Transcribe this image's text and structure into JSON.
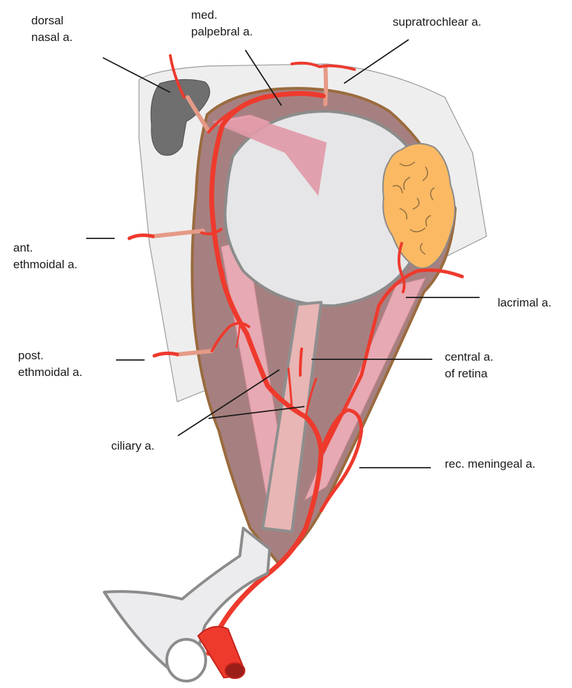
{
  "labels": {
    "dorsal_nasal": [
      "dorsal",
      "nasal a."
    ],
    "med_palpebral": [
      "med.",
      "palpebral a."
    ],
    "supratrochlear": [
      "supratrochlear a."
    ],
    "ant_ethmoidal": [
      "ant.",
      "ethmoidal a."
    ],
    "lacrimal": [
      "lacrimal a."
    ],
    "post_ethmoidal": [
      "post.",
      "ethmoidal a."
    ],
    "central_retina": [
      "central a.",
      "of retina"
    ],
    "ciliary": [
      "ciliary a."
    ],
    "rec_meningeal": [
      "rec. meningeal a."
    ]
  },
  "colors": {
    "artery": "#ee3a2d",
    "artery_dark": "#c4231b",
    "vessel_pale": "#e59a86",
    "orbit_fill": "#a87f7f",
    "orbit_rim": "#9a6b3e",
    "muscle": "#e8a8b2",
    "globe": "#e6e6e8",
    "gland": "#fbb85f",
    "bone": "#ececee",
    "bone_dark": "#717171"
  }
}
